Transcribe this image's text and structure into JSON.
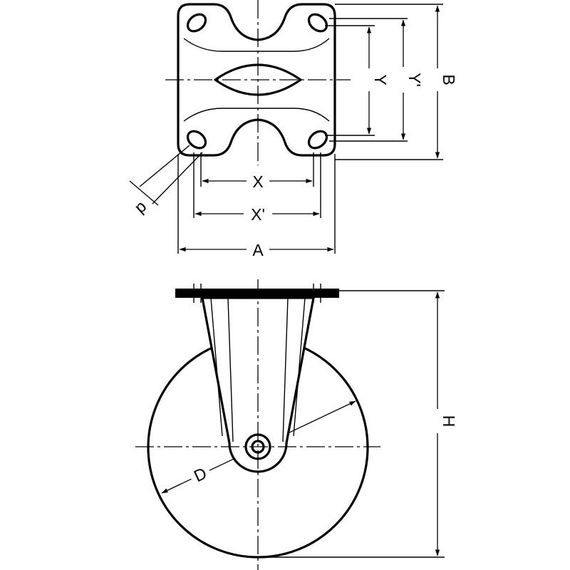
{
  "diagram": {
    "top_view": {
      "labels": {
        "overall_width": "A",
        "overall_length": "B",
        "bolt_spacing_x": "X",
        "bolt_spacing_x_alt": "X'",
        "bolt_spacing_y": "Y",
        "bolt_spacing_y_alt": "Y'",
        "bolt_hole_diameter": "d"
      }
    },
    "side_view": {
      "labels": {
        "overall_height": "H",
        "wheel_diameter": "D"
      }
    },
    "colors": {
      "line": "#000000",
      "background": "#ffffff"
    }
  }
}
